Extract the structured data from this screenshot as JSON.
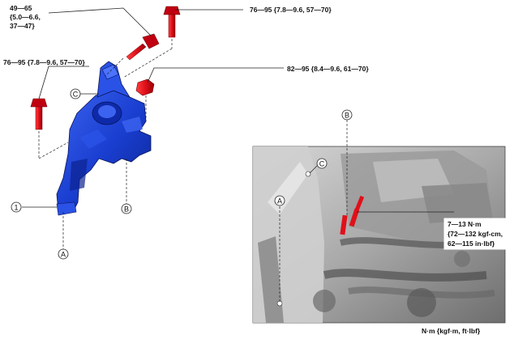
{
  "torques": {
    "top_left_line1": "49—65",
    "top_left_line2": "{5.0—6.6,",
    "top_left_line3": "37—47}",
    "top_right": "76—95 {7.8—9.6, 57—70}",
    "left": "76—95 {7.8—9.6, 57—70}",
    "right": "82—95 {8.4—9.6, 61—70}",
    "photo_line1": "7—13 N·m",
    "photo_line2": "{72—132 kgf-cm,",
    "photo_line3": "62—115 in·lbf}"
  },
  "callouts": {
    "a": "A",
    "b": "B",
    "c": "C",
    "one": "1"
  },
  "units": "N·m {kgf·m, ft·lbf}",
  "colors": {
    "bracket_blue": "#1a3fd1",
    "bolt_red": "#e0101a",
    "leader": "#222222"
  }
}
